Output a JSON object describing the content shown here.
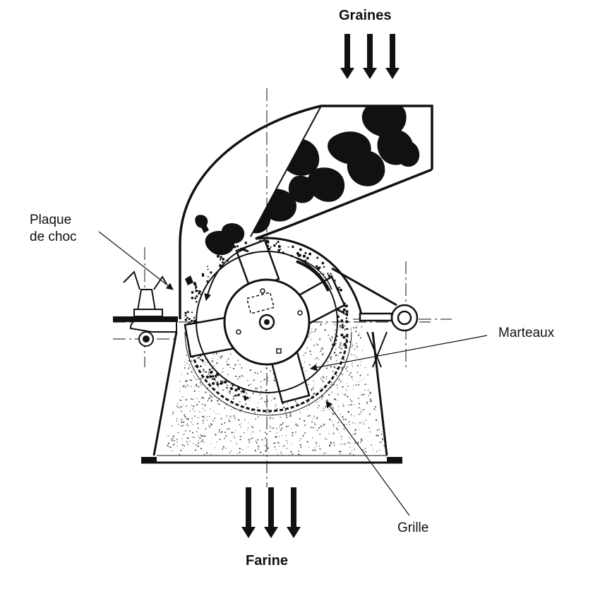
{
  "labels": {
    "input": "Graines",
    "output": "Farine",
    "impact_plate_line1": "Plaque",
    "impact_plate_line2": "de choc",
    "hammers": "Marteaux",
    "screen": "Grille"
  },
  "colors": {
    "ink": "#111111",
    "background": "#ffffff",
    "stipple": "#555555"
  }
}
